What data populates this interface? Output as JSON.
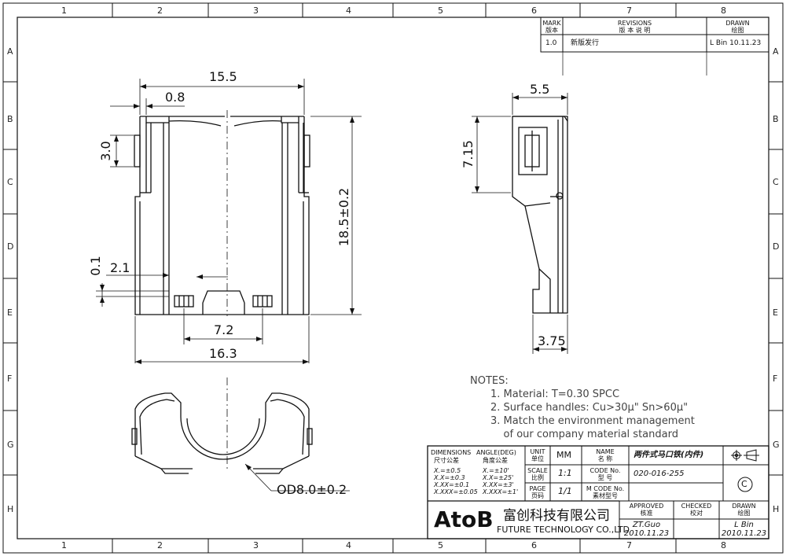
{
  "border": {
    "columns": [
      "1",
      "2",
      "3",
      "4",
      "5",
      "6",
      "7",
      "8"
    ],
    "rows": [
      "A",
      "B",
      "C",
      "D",
      "E",
      "F",
      "G",
      "H"
    ]
  },
  "revisions": {
    "mark_header_en": "MARK",
    "mark_header_cn": "版本",
    "rev_header_en": "REVISIONS",
    "rev_header_cn": "版 本 说 明",
    "drawn_header_en": "DRAWN",
    "drawn_header_cn": "绘图",
    "rows": [
      {
        "mark": "1.0",
        "desc": "新版发行",
        "drawn": "L Bin  10.11.23"
      }
    ]
  },
  "dimensions": {
    "overall_width": "15.5",
    "tab": "0.8",
    "height_small": "3.0",
    "overall_height": "18.5±0.2",
    "side_width": "5.5",
    "side_height": "7.15",
    "side_bottom": "3.75",
    "gap_01": "0.1",
    "gap_21": "2.1",
    "slot_width": "7.2",
    "bottom_width": "16.3",
    "od": "OD8.0±0.2"
  },
  "notes": {
    "title": "NOTES:",
    "items": [
      "1. Material: T=0.30 SPCC",
      "2. Surface handles: Cu>30μ\"  Sn>60μ\"",
      "3. Match the environment management",
      "    of our company material standard"
    ]
  },
  "title_block": {
    "dimensions_en": "DIMENSIONS",
    "dimensions_cn": "尺寸公差",
    "angle_en": "ANGLE(DEG)",
    "angle_cn": "角度公差",
    "tol_dim": [
      "X.=±0.5",
      "X.X=±0.3",
      "X.XX=±0.1",
      "X.XXX=±0.05"
    ],
    "tol_ang": [
      "X.=±10'",
      "X.X=±25'",
      "X.XX=±3'",
      "X.XXX=±1'"
    ],
    "unit_en": "UNIT",
    "unit_cn": "单位",
    "unit_value": "MM",
    "scale_en": "SCALE",
    "scale_cn": "比例",
    "scale_value": "1:1",
    "page_en": "PAGE",
    "page_cn": "页码",
    "page_value": "1/1",
    "name_en": "NAME",
    "name_cn": "名 称",
    "name_value": "两件式马口铁(内件)",
    "code_en": "CODE No.",
    "code_cn": "型 号",
    "code_value": "020-016-255",
    "mcode_en": "M CODE No.",
    "mcode_cn": "素材型号",
    "mcode_value": "",
    "approved_en": "APPROVED",
    "approved_cn": "核准",
    "approved_by": "ZT.Guo",
    "approved_date": "2010.11.23",
    "checked_en": "CHECKED",
    "checked_cn": "校对",
    "drawn_en": "DRAWN",
    "drawn_cn": "绘图",
    "drawn_by": "L Bin",
    "drawn_date": "2010.11.23",
    "copyright_symbol": "C",
    "logo": "AtoB",
    "company_cn": "富创科技有限公司",
    "company_en": "FUTURE TECHNOLOGY CO.,LTD"
  }
}
